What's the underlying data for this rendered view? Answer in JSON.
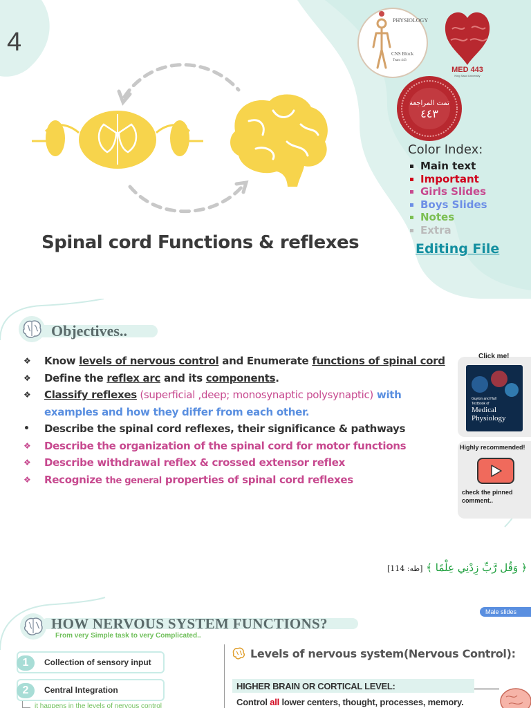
{
  "cover": {
    "page_number": "4",
    "title": "Spinal cord Functions & reflexes",
    "editing_file": "Editing File",
    "logos": {
      "physiology_text": "PHYSIOLOGY",
      "cns_block": "CNS Block",
      "team": "Team 443",
      "med": "MED 443",
      "med_sub": "King Saud University",
      "seal_text": "٤٤٣",
      "seal_arabic": "تمت المراجعة"
    },
    "color_index": {
      "title": "Color Index:",
      "items": [
        {
          "label": "Main text",
          "color": "#222222"
        },
        {
          "label": "Important",
          "color": "#d0021b"
        },
        {
          "label": "Girls Slides",
          "color": "#c7498f"
        },
        {
          "label": "Boys Slides",
          "color": "#6d8fe6"
        },
        {
          "label": "Notes",
          "color": "#7cbf53"
        },
        {
          "label": "Extra",
          "color": "#bbbbbb"
        }
      ]
    }
  },
  "objectives": {
    "heading": "Objectives..",
    "items": [
      {
        "a": "Know ",
        "b": "levels of nervous control",
        "c": " and Enumerate ",
        "d": "functions of spinal cord"
      },
      {
        "a": "Define the ",
        "b": "reflex arc",
        "c": " and its ",
        "d": "components",
        "e": "."
      },
      {
        "a": "Classify reflexes",
        "b": " (superficial ,deep; monosynaptic polysynaptic)",
        "c": " with examples and how they differ from each other."
      },
      {
        "a": "Describe the spinal cord reflexes, their significance & pathways"
      },
      {
        "a": "Describe the organization of the spinal cord for motor functions"
      },
      {
        "a": "Describe withdrawal reflex & crossed extensor reflex"
      },
      {
        "a": "Recognize ",
        "b": "the general",
        "c": " properties of spinal cord reflexes"
      }
    ],
    "click_me": "Click me!",
    "book": {
      "line1": "Guyton and Hall",
      "line2": "Textbook of",
      "line3": "Medical",
      "line4": "Physiology"
    },
    "highly_recommended": "Highly recommended!",
    "pinned": "check the pinned comment..",
    "quran": "﴿ وَقُل رَّبِّ زِدْنِي عِلْمًا ﴾",
    "quran_ref": "[طه: 114]"
  },
  "hns": {
    "heading": "HOW NERVOUS SYSTEM FUNCTIONS?",
    "subheading": "From very Simple task to very Complicated..",
    "tag": "Male slides",
    "steps": [
      {
        "num": "1",
        "label": "Collection of sensory input"
      },
      {
        "num": "2",
        "label": "Central Integration"
      }
    ],
    "step_note": "it happens in the levels of nervous control",
    "levels_title": "Levels of nervous system(Nervous Control):",
    "higher_title": "HIGHER BRAIN OR CORTICAL LEVEL:",
    "higher_desc_a": "Control ",
    "higher_desc_b": "all",
    "higher_desc_c": " lower centers, thought, processes, memory."
  }
}
